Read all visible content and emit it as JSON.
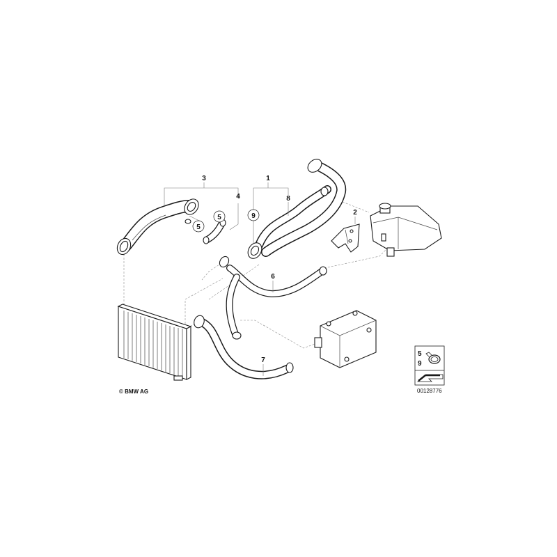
{
  "callouts": {
    "c1": "1",
    "c2": "2",
    "c3": "3",
    "c4": "4",
    "c5a": "5",
    "c5b": "5",
    "c6": "6",
    "c7": "7",
    "c8": "8",
    "c9": "9"
  },
  "legend": {
    "item_a": "5",
    "item_b": "9"
  },
  "copyright": "© BMW AG",
  "diagram_code": "00128776",
  "colors": {
    "line": "#1a1a1a",
    "leader": "#777777",
    "background": "#ffffff"
  }
}
